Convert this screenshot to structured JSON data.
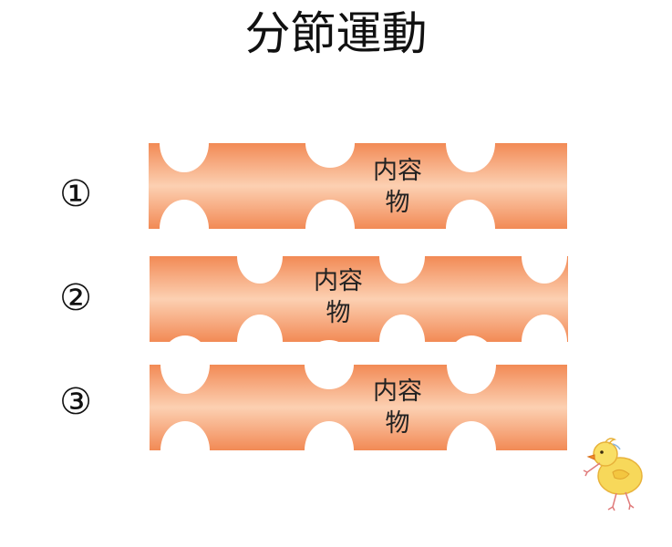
{
  "title": "分節運動",
  "rows": [
    {
      "number": "①",
      "content_label_line1": "内容",
      "content_label_line2": "物"
    },
    {
      "number": "②",
      "content_label_line1": "内容",
      "content_label_line2": "物"
    },
    {
      "number": "③",
      "content_label_line1": "内容",
      "content_label_line2": "物"
    }
  ],
  "colors": {
    "intestine_edge": "#f28a55",
    "intestine_center": "#fcd0b2",
    "background": "#ffffff"
  },
  "icons": {
    "decoration": "chick-icon"
  }
}
